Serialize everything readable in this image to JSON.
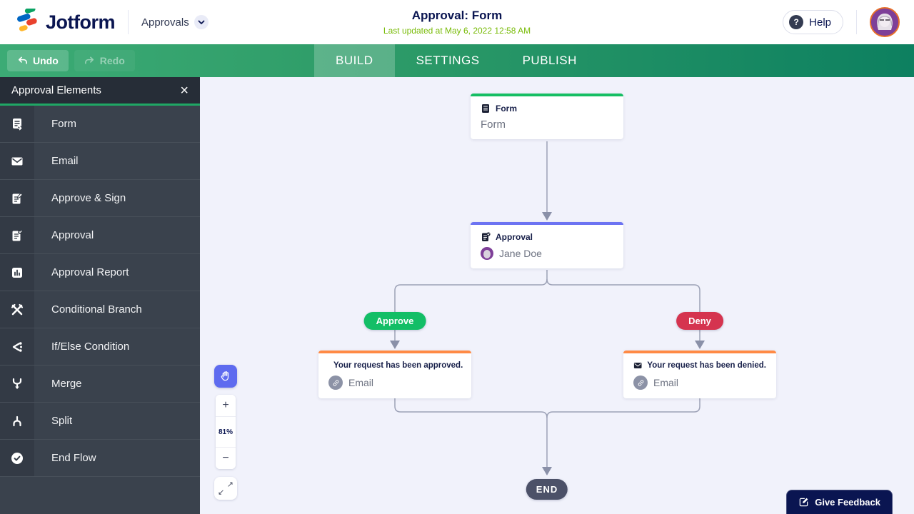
{
  "header": {
    "brand": "Jotform",
    "nav_dropdown": "Approvals",
    "title": "Approval: Form",
    "subtitle": "Last updated at May 6, 2022 12:58 AM",
    "help_label": "Help"
  },
  "toolbar": {
    "undo_label": "Undo",
    "redo_label": "Redo",
    "tabs": [
      {
        "label": "BUILD",
        "active": true
      },
      {
        "label": "SETTINGS",
        "active": false
      },
      {
        "label": "PUBLISH",
        "active": false
      }
    ]
  },
  "sidebar": {
    "title": "Approval Elements",
    "items": [
      {
        "label": "Form",
        "icon": "form-icon"
      },
      {
        "label": "Email",
        "icon": "email-icon"
      },
      {
        "label": "Approve & Sign",
        "icon": "approve-sign-icon"
      },
      {
        "label": "Approval",
        "icon": "approval-icon"
      },
      {
        "label": "Approval Report",
        "icon": "approval-report-icon"
      },
      {
        "label": "Conditional Branch",
        "icon": "conditional-branch-icon"
      },
      {
        "label": "If/Else Condition",
        "icon": "if-else-condition-icon"
      },
      {
        "label": "Merge",
        "icon": "merge-icon"
      },
      {
        "label": "Split",
        "icon": "split-icon"
      },
      {
        "label": "End Flow",
        "icon": "end-flow-icon"
      }
    ]
  },
  "canvas": {
    "nodes": {
      "form": {
        "title": "Form",
        "subtitle": "Form"
      },
      "approval": {
        "title": "Approval",
        "assignee": "Jane Doe"
      },
      "email_approved": {
        "title": "Your request has been approved.",
        "subtitle": "Email"
      },
      "email_denied": {
        "title": "Your request has been denied.",
        "subtitle": "Email"
      }
    },
    "branches": {
      "approve": "Approve",
      "deny": "Deny"
    },
    "end_label": "END",
    "zoom_level": "81%"
  },
  "feedback_label": "Give Feedback",
  "colors": {
    "navy": "#0A1551",
    "updated_green": "#78BB07",
    "green_top": "#16BE63",
    "indigo_top": "#6C73F2",
    "orange_top": "#FF8A45",
    "approve": "#13BE66",
    "deny": "#D5344F",
    "end_bg": "#4C5168",
    "hand_bg": "#5E6BEF",
    "canvas_bg": "#F1F2FB",
    "connector": "#9CA1B6",
    "sidebar_bg": "#3A424D",
    "sidebar_accent": "#1FA765",
    "toolbar_mid": "#2E9C68",
    "feedback_bg": "#0A1551",
    "avatar_ring": "#E8702A",
    "avatar_bg": "#7E3F98"
  }
}
